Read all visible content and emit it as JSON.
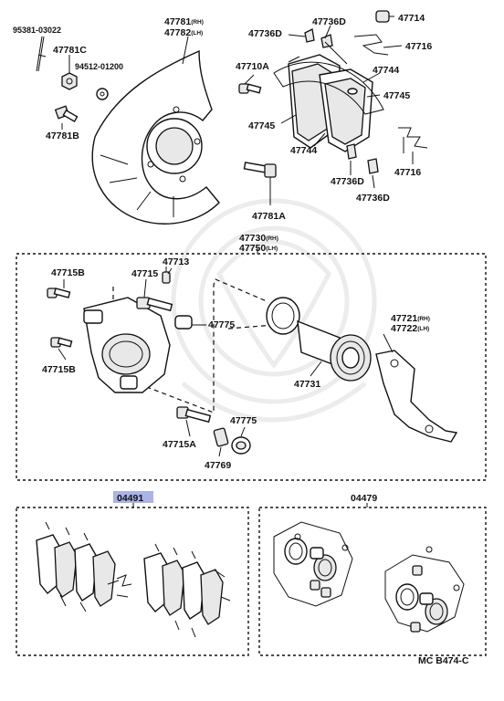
{
  "top_labels": {
    "p95381_03022": "95381-03022",
    "p47781c": "47781C",
    "p94512_01200": "94512-01200",
    "p47781b": "47781B",
    "p47781": "47781",
    "p47781_suffix": "(RH)",
    "p47782": "47782",
    "p47782_suffix": "(LH)",
    "p47736d_a": "47736D",
    "p47736d_b": "47736D",
    "p47714": "47714",
    "p47716_a": "47716",
    "p47710a": "47710A",
    "p47744_a": "47744",
    "p47745_a": "47745",
    "p47745_b": "47745",
    "p47744_b": "47744",
    "p47716_b": "47716",
    "p47736d_c": "47736D",
    "p47736d_d": "47736D",
    "p47781a": "47781A",
    "p47730": "47730",
    "p47730_suffix": "(RH)",
    "p47750": "47750",
    "p47750_suffix": "(LH)"
  },
  "caliper_labels": {
    "p47715b_a": "47715B",
    "p47713": "47713",
    "p47715": "47715",
    "p47775_a": "47775",
    "p47715b_b": "47715B",
    "p47731": "47731",
    "p47721": "47721",
    "p47721_suffix": "(RH)",
    "p47722": "47722",
    "p47722_suffix": "(LH)",
    "p47775_b": "47775",
    "p47715a": "47715A",
    "p47769": "47769"
  },
  "kits": {
    "pad_kit": "04491",
    "seal_kit": "04479"
  },
  "footer": {
    "code": "MC  B474-C"
  },
  "colors": {
    "highlight": "#a9b3e6",
    "line": "#111111"
  }
}
